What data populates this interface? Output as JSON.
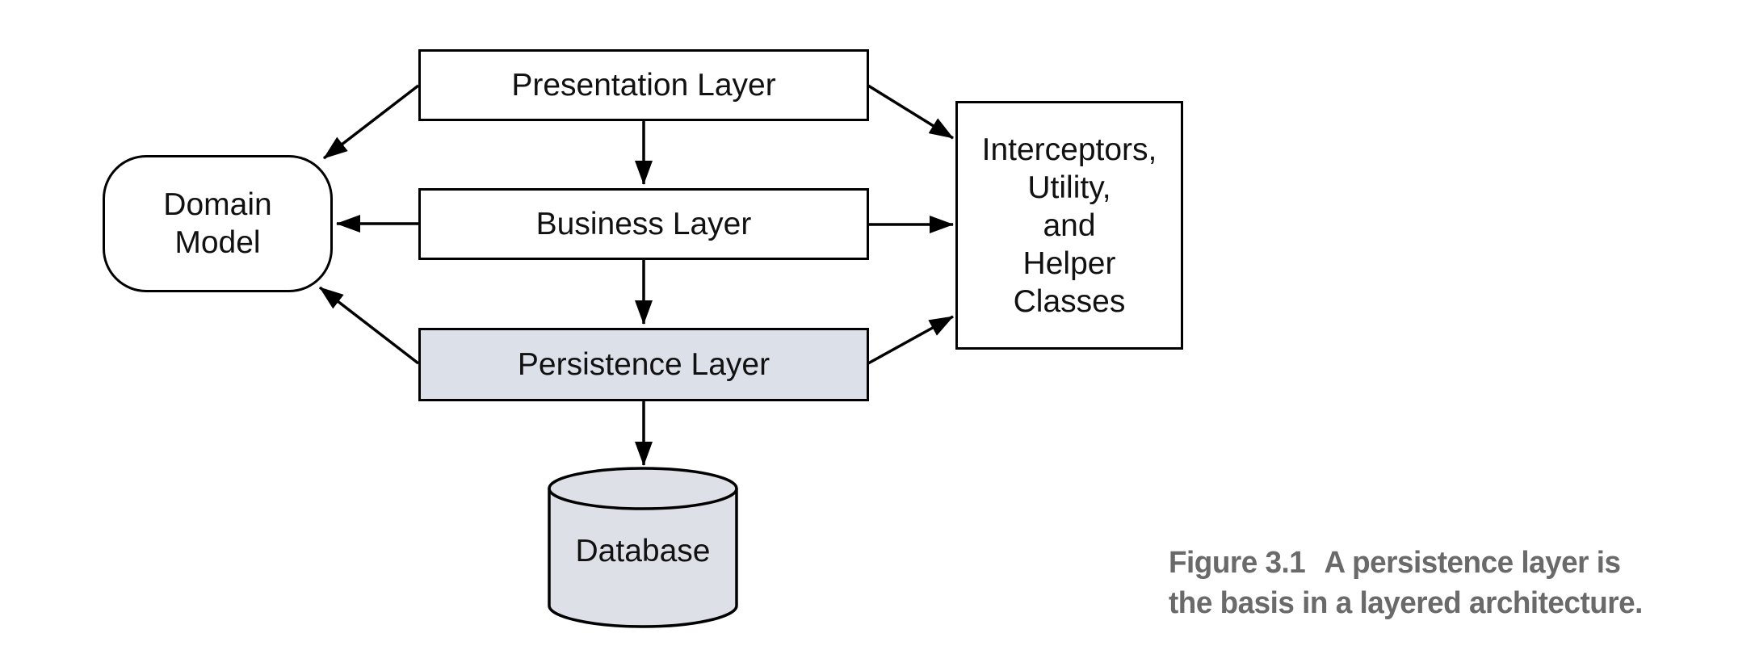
{
  "figure": {
    "type": "layered-architecture-diagram"
  },
  "nodes": {
    "presentation": {
      "label": "Presentation Layer"
    },
    "business": {
      "label": "Business Layer"
    },
    "persistence": {
      "label": "Persistence Layer"
    },
    "domain_model": {
      "lines": [
        "Domain",
        "Model"
      ]
    },
    "interceptors": {
      "lines": [
        "Interceptors,",
        "Utility,",
        "and",
        "Helper",
        "Classes"
      ]
    },
    "database": {
      "label": "Database"
    }
  },
  "edges": [
    {
      "from": "presentation",
      "to": "domain_model"
    },
    {
      "from": "presentation",
      "to": "business"
    },
    {
      "from": "presentation",
      "to": "interceptors"
    },
    {
      "from": "business",
      "to": "domain_model"
    },
    {
      "from": "business",
      "to": "persistence"
    },
    {
      "from": "business",
      "to": "interceptors"
    },
    {
      "from": "persistence",
      "to": "domain_model"
    },
    {
      "from": "persistence",
      "to": "database"
    },
    {
      "from": "persistence",
      "to": "interceptors"
    }
  ],
  "caption": {
    "label": "Figure 3.1",
    "line1": "A persistence layer is",
    "line2": "the basis in a layered architecture."
  },
  "colors": {
    "persistence_fill": "#dbe0e9",
    "database_fill": "#dde0e6",
    "line": "#000000",
    "caption_text": "#6a6a6a"
  }
}
